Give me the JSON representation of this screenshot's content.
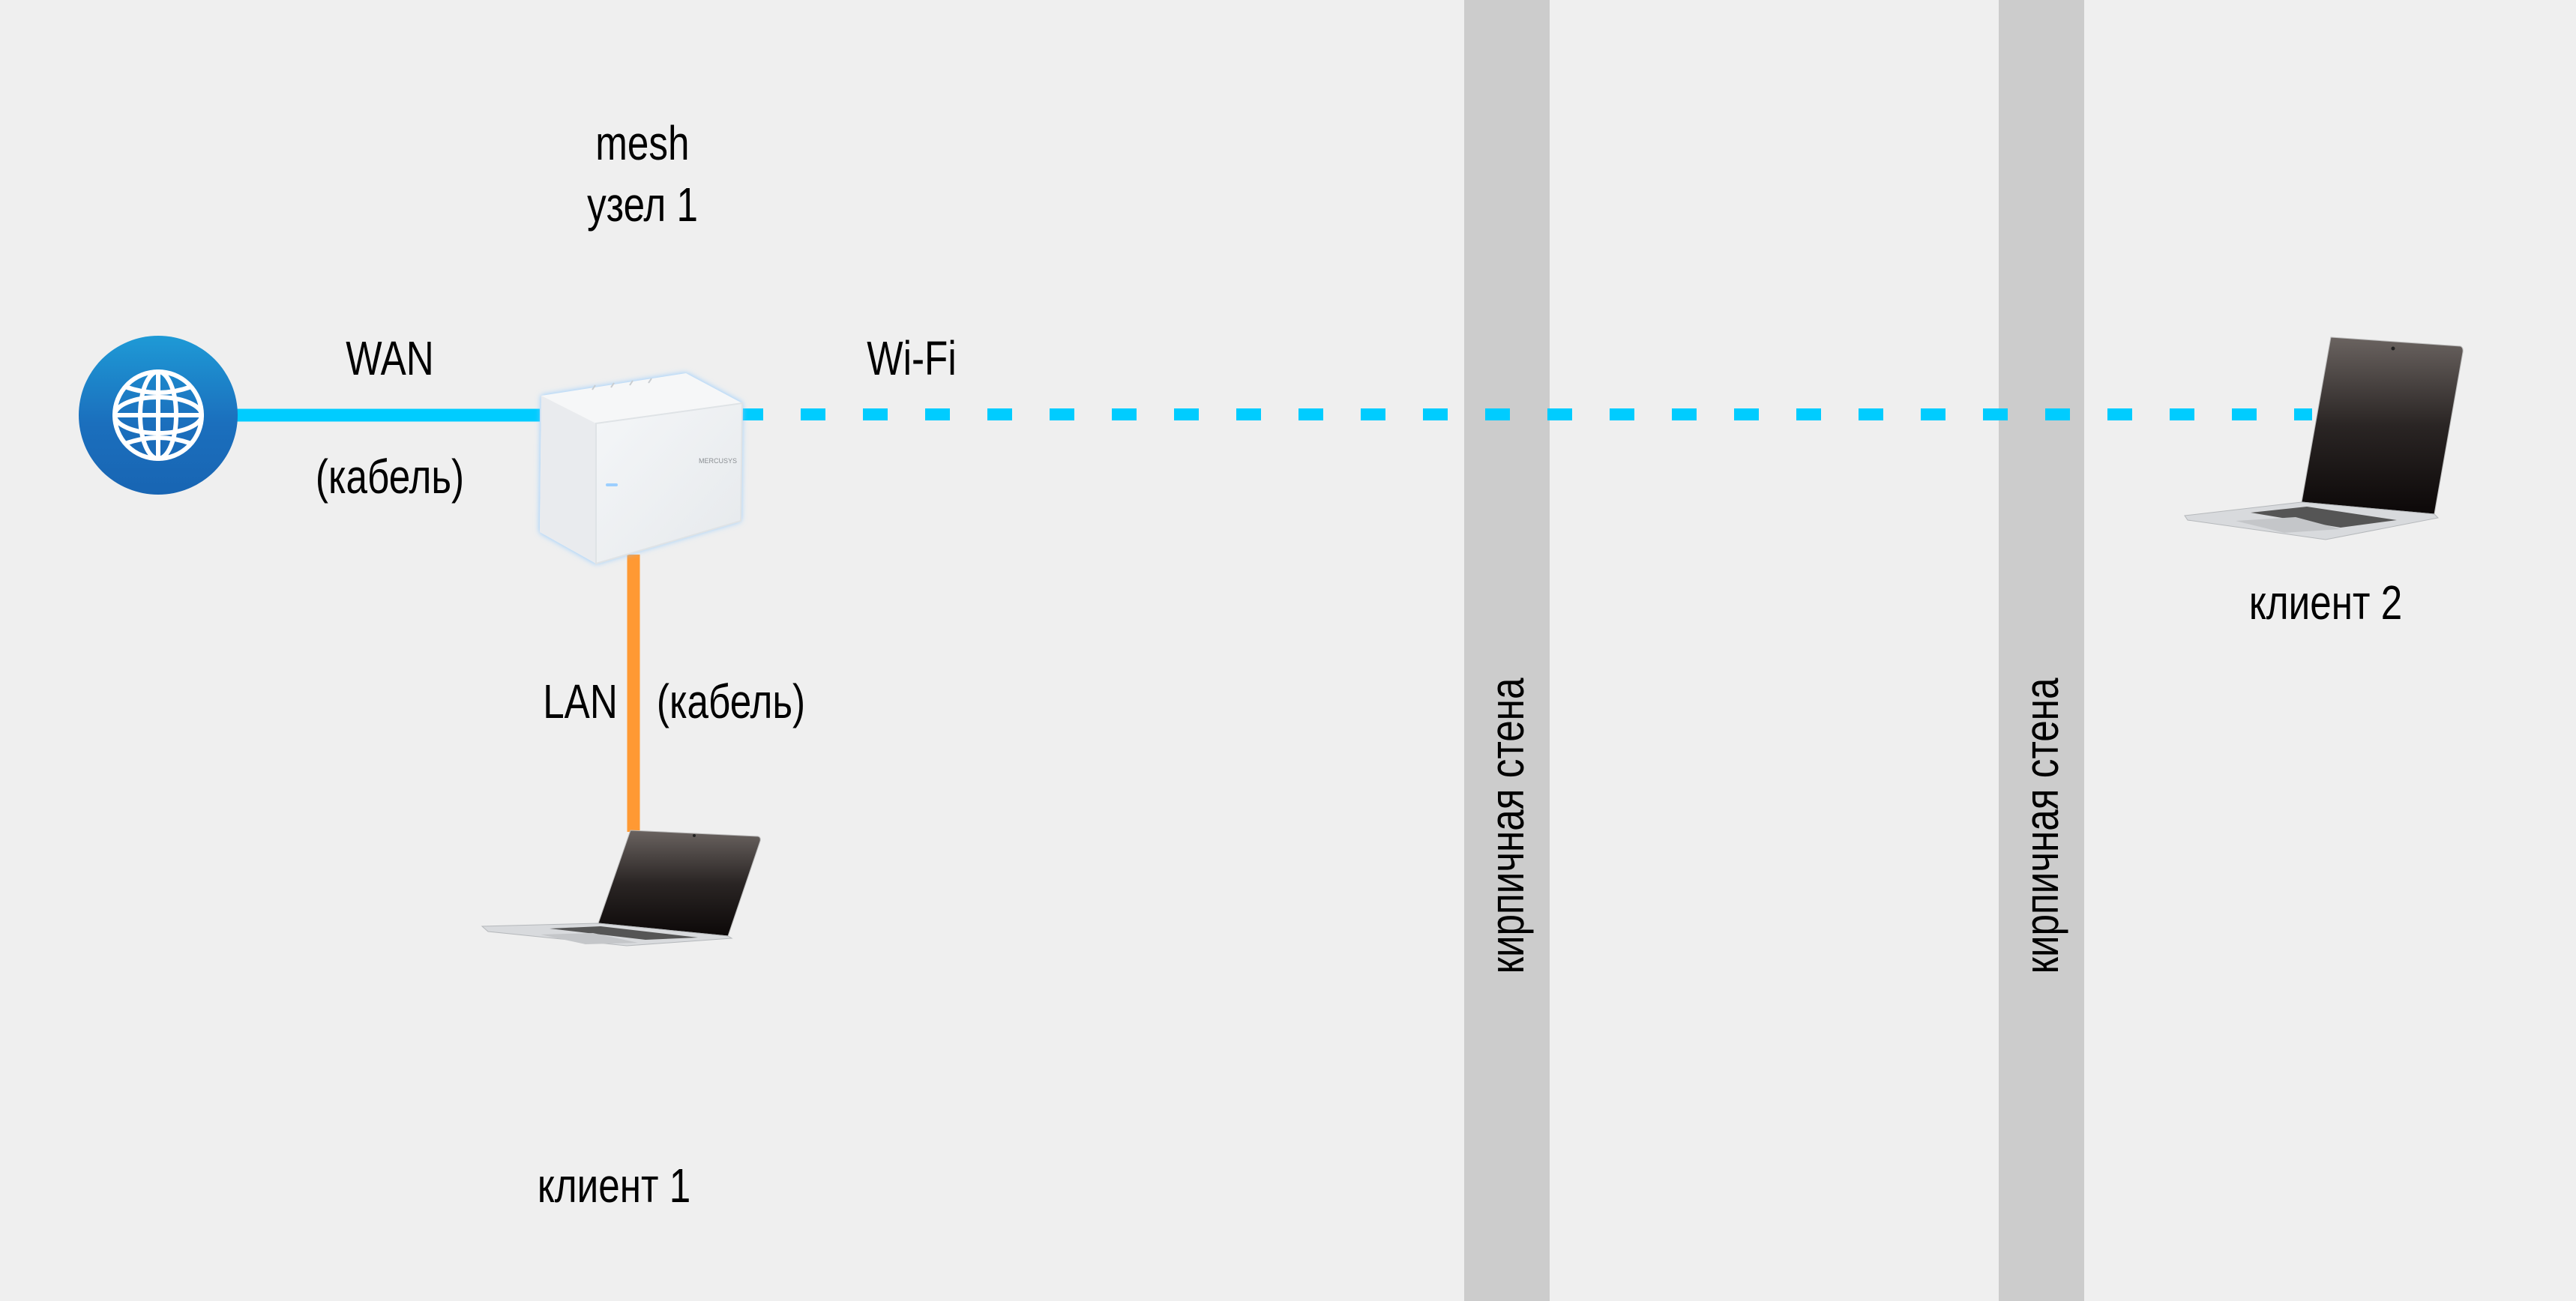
{
  "diagram": {
    "colors": {
      "background": "#efefef",
      "wall": "#cccccc",
      "wan_cable": "#00ccff",
      "wifi": "#00ccff",
      "lan_cable": "#ff9933",
      "globe_top": "#1e9ad6",
      "globe_bottom": "#1865b3"
    },
    "internet": {
      "icon": "globe-icon"
    },
    "mesh_node": {
      "title_line1": "mesh",
      "title_line2": "узел 1",
      "brand": "MERCUSYS",
      "icon": "router-icon"
    },
    "links": {
      "wan": {
        "label": "WAN",
        "sublabel": "(кабель)",
        "style": "solid"
      },
      "wifi": {
        "label": "Wi-Fi",
        "style": "dashed"
      },
      "lan": {
        "label": "LAN",
        "sublabel": "(кабель)",
        "style": "solid"
      }
    },
    "walls": [
      {
        "label": "кирпичная стена"
      },
      {
        "label": "кирпичная стена"
      }
    ],
    "clients": [
      {
        "label": "клиент 1",
        "icon": "laptop-icon"
      },
      {
        "label": "клиент 2",
        "icon": "laptop-icon"
      }
    ]
  }
}
